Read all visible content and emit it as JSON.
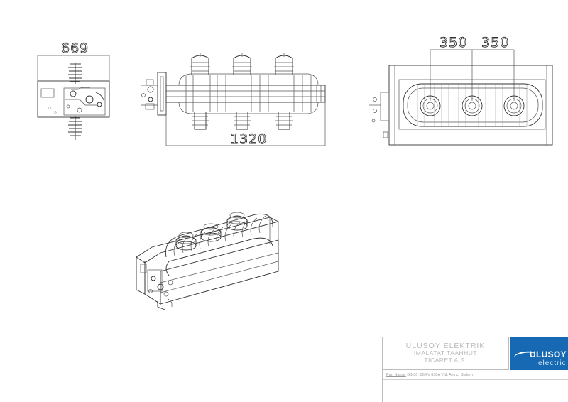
{
  "dimensions": {
    "side_width": "669",
    "total_length": "1320",
    "spacing_left": "350",
    "spacing_right": "350"
  },
  "title_block": {
    "company_line1": "ULUSOY ELEKTRIK",
    "company_line2": "IMALATAT TAAHHUT",
    "company_line3": "TICARET A.S.",
    "part_label": "Part Name:",
    "part_value": " BS 36 -36 kV 630A Yük Ayırıcı Sistem"
  },
  "logo": {
    "name": "ULUSOY",
    "sub": "electric",
    "color": "#1669b2"
  }
}
